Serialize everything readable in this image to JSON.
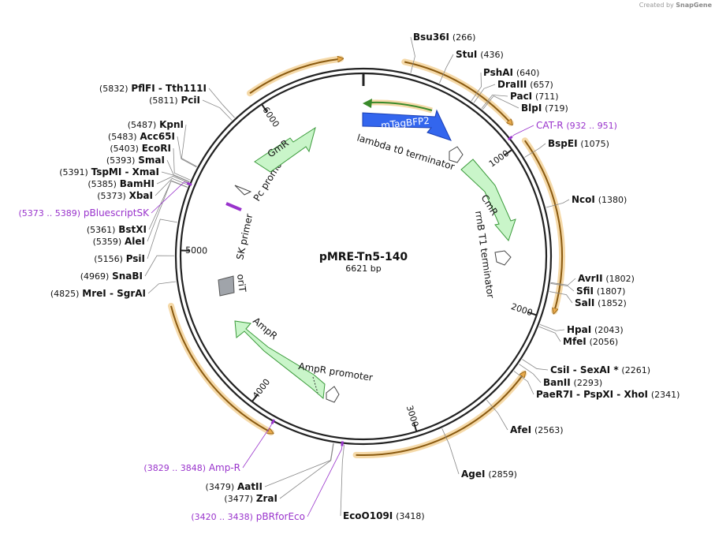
{
  "credit": {
    "prefix": "Created by",
    "brand": "SnapGene"
  },
  "plasmid": {
    "name": "pMRE-Tn5-140",
    "length_label": "6621 bp",
    "length": 6621
  },
  "ticks": [
    {
      "pos": 1000,
      "label": "1000"
    },
    {
      "pos": 2000,
      "label": "2000"
    },
    {
      "pos": 3000,
      "label": "3000"
    },
    {
      "pos": 4000,
      "label": "4000"
    },
    {
      "pos": 5000,
      "label": "5000"
    },
    {
      "pos": 6000,
      "label": "6000"
    }
  ],
  "site_labels": [
    {
      "name": "Bsu36I",
      "pos": "(266)",
      "site": 266
    },
    {
      "name": "StuI",
      "pos": "(436)",
      "site": 436
    },
    {
      "name": "PshAI",
      "pos": "(640)",
      "site": 640
    },
    {
      "name": "DraIII",
      "pos": "(657)",
      "site": 657
    },
    {
      "name": "PacI",
      "pos": "(711)",
      "site": 711
    },
    {
      "name": "BlpI",
      "pos": "(719)",
      "site": 719
    },
    {
      "name": "BspEI",
      "pos": "(1075)",
      "site": 1075
    },
    {
      "name": "NcoI",
      "pos": "(1380)",
      "site": 1380
    },
    {
      "name": "AvrII",
      "pos": "(1802)",
      "site": 1802
    },
    {
      "name": "SfiI",
      "pos": "(1807)",
      "site": 1807
    },
    {
      "name": "SalI",
      "pos": "(1852)",
      "site": 1852
    },
    {
      "name": "HpaI",
      "pos": "(2043)",
      "site": 2043
    },
    {
      "name": "MfeI",
      "pos": "(2056)",
      "site": 2056
    },
    {
      "name": "CsiI  -  SexAI *",
      "pos": "(2261)",
      "site": 2261
    },
    {
      "name": "BanII",
      "pos": "(2293)",
      "site": 2293
    },
    {
      "name": "PaeR7I  -  PspXI  -  XhoI",
      "pos": "(2341)",
      "site": 2341
    },
    {
      "name": "AfeI",
      "pos": "(2563)",
      "site": 2563
    },
    {
      "name": "AgeI",
      "pos": "(2859)",
      "site": 2859
    },
    {
      "name": "EcoO109I",
      "pos": "(3418)",
      "site": 3418
    },
    {
      "name": "ZraI",
      "pos": "(3477)",
      "site": 3477
    },
    {
      "name": "AatII",
      "pos": "(3479)",
      "site": 3479
    },
    {
      "name": "MreI  -  SgrAI",
      "pos": "(4825)",
      "site": 4825
    },
    {
      "name": "SnaBI",
      "pos": "(4969)",
      "site": 4969
    },
    {
      "name": "PsiI",
      "pos": "(5156)",
      "site": 5156
    },
    {
      "name": "AleI",
      "pos": "(5359)",
      "site": 5359
    },
    {
      "name": "BstXI",
      "pos": "(5361)",
      "site": 5361
    },
    {
      "name": "XbaI",
      "pos": "(5373)",
      "site": 5373
    },
    {
      "name": "BamHI",
      "pos": "(5385)",
      "site": 5385
    },
    {
      "name": "TspMI  -  XmaI",
      "pos": "(5391)",
      "site": 5391
    },
    {
      "name": "SmaI",
      "pos": "(5393)",
      "site": 5393
    },
    {
      "name": "EcoRI",
      "pos": "(5403)",
      "site": 5403
    },
    {
      "name": "Acc65I",
      "pos": "(5483)",
      "site": 5483
    },
    {
      "name": "KpnI",
      "pos": "(5487)",
      "site": 5487
    },
    {
      "name": "PciI",
      "pos": "(5811)",
      "site": 5811
    },
    {
      "name": "PflFI  -  Tth111I",
      "pos": "(5832)",
      "site": 5832
    }
  ],
  "primer_labels": [
    {
      "name": "CAT-R",
      "pos": "(932 .. 951)",
      "site": 941
    },
    {
      "name": "Amp-R",
      "pos": "(3829 .. 3848)",
      "site": 3838
    },
    {
      "name": "pBRforEco",
      "pos": "(3420 .. 3438)",
      "site": 3429
    },
    {
      "name": "pBluescriptSK",
      "pos": "(5373 .. 5389)",
      "site": 5381
    }
  ],
  "feature_labels": {
    "mtagbfp2": "mTagBFP2",
    "lambda_t0": "lambda t0 terminator",
    "cmr": "CmR",
    "rrnb": "rrnB T1 terminator",
    "ampr": "AmpR",
    "ampr_promoter": "AmpR promoter",
    "ori": "oriT",
    "sk_primer": "SK primer",
    "pc_promoter": "Pc promoter",
    "gmr": "GmR"
  },
  "colors": {
    "backbone": "#222222",
    "orf_arrow": "#e8a94a",
    "orf_glow": "#f5d9a8",
    "feature_green": "#c9f5c9",
    "feature_green_stroke": "#3a9a3a",
    "fluorescent_blue": "#3366ee",
    "primer_purple": "#9933cc",
    "ori_gray": "#a0a4aa"
  }
}
